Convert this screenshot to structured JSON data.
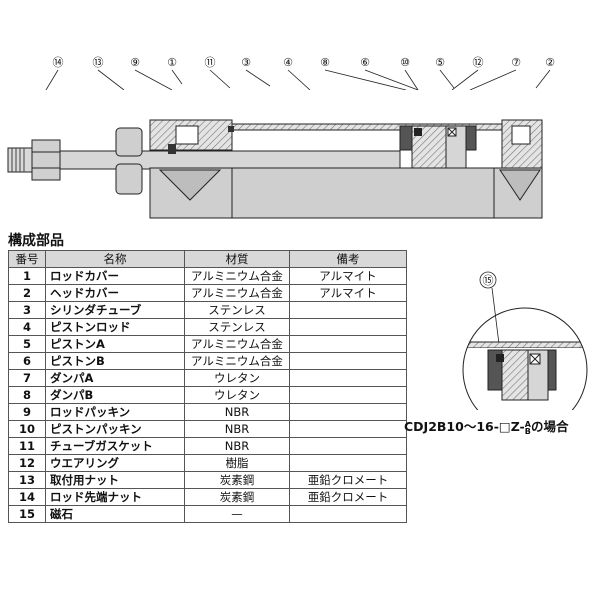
{
  "callouts": [
    {
      "id": "c14",
      "label": "⑭"
    },
    {
      "id": "c13",
      "label": "⑬"
    },
    {
      "id": "c9",
      "label": "⑨"
    },
    {
      "id": "c1",
      "label": "①"
    },
    {
      "id": "c11",
      "label": "⑪"
    },
    {
      "id": "c3",
      "label": "③"
    },
    {
      "id": "c4",
      "label": "④"
    },
    {
      "id": "c8",
      "label": "⑧"
    },
    {
      "id": "c6",
      "label": "⑥"
    },
    {
      "id": "c10",
      "label": "⑩"
    },
    {
      "id": "c5",
      "label": "⑤"
    },
    {
      "id": "c12",
      "label": "⑫"
    },
    {
      "id": "c7",
      "label": "⑦"
    },
    {
      "id": "c2",
      "label": "②"
    }
  ],
  "parts_title": "構成部品",
  "table": {
    "headers": [
      "番号",
      "名称",
      "材質",
      "備考"
    ],
    "rows": [
      [
        "1",
        "ロッドカバー",
        "アルミニウム合金",
        "アルマイト"
      ],
      [
        "2",
        "ヘッドカバー",
        "アルミニウム合金",
        "アルマイト"
      ],
      [
        "3",
        "シリンダチューブ",
        "ステンレス",
        ""
      ],
      [
        "4",
        "ピストンロッド",
        "ステンレス",
        ""
      ],
      [
        "5",
        "ピストンA",
        "アルミニウム合金",
        ""
      ],
      [
        "6",
        "ピストンB",
        "アルミニウム合金",
        ""
      ],
      [
        "7",
        "ダンパA",
        "ウレタン",
        ""
      ],
      [
        "8",
        "ダンパB",
        "ウレタン",
        ""
      ],
      [
        "9",
        "ロッドパッキン",
        "NBR",
        ""
      ],
      [
        "10",
        "ピストンパッキン",
        "NBR",
        ""
      ],
      [
        "11",
        "チューブガスケット",
        "NBR",
        ""
      ],
      [
        "12",
        "ウエアリング",
        "樹脂",
        ""
      ],
      [
        "13",
        "取付用ナット",
        "炭素鋼",
        "亜鉛クロメート"
      ],
      [
        "14",
        "ロッド先端ナット",
        "炭素鋼",
        "亜鉛クロメート"
      ],
      [
        "15",
        "磁石",
        "—",
        ""
      ]
    ]
  },
  "detail": {
    "callout_label": "⑮",
    "caption_prefix": "CDJ2B10～16-□Z-",
    "caption_frac_top": "A",
    "caption_frac_bottom": "B",
    "caption_suffix": "の場合"
  },
  "colors": {
    "hatch": "#9a9a9a",
    "body": "#cfcfcf",
    "outline": "#222222"
  }
}
